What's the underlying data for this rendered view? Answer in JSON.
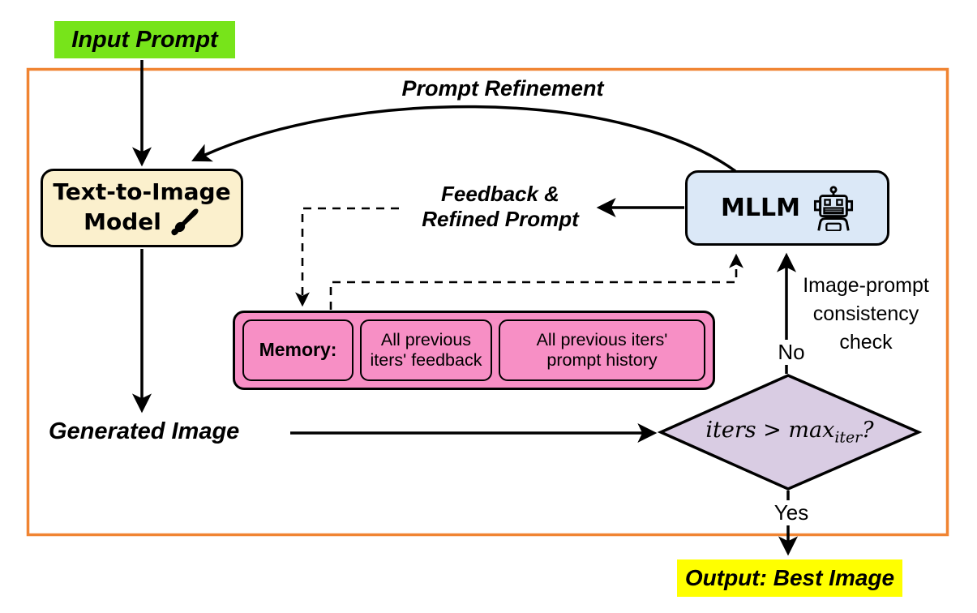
{
  "diagram": {
    "input_prompt": {
      "label": "Input Prompt",
      "bg": "#77e41a"
    },
    "loop_label": "Prompt Refinement",
    "t2i": {
      "line1": "Text-to-Image",
      "line2": "Model",
      "bg": "#fbf0cd"
    },
    "mllm": {
      "label": "MLLM",
      "bg": "#dbe8f7"
    },
    "feedback": {
      "line1": "Feedback &",
      "line2": "Refined Prompt"
    },
    "memory": {
      "title": "Memory:",
      "bg": "#f78fc5",
      "items": [
        {
          "line1": "All previous",
          "line2": "iters' feedback"
        },
        {
          "line1": "All previous iters'",
          "line2": "prompt history"
        }
      ]
    },
    "generated_image": "Generated Image",
    "decision": {
      "main": "iters > max",
      "sub": "iter",
      "suffix": "?",
      "bg": "#d9cce3"
    },
    "no_label": "No",
    "yes_label": "Yes",
    "consistency": {
      "line1": "Image-prompt",
      "line2": "consistency",
      "line3": "check"
    },
    "output": {
      "label": "Output: Best Image",
      "bg": "#ffff00"
    },
    "border_color": "#f08432",
    "icons": {
      "brush": "paintbrush-icon",
      "robot": "robot-icon"
    }
  }
}
